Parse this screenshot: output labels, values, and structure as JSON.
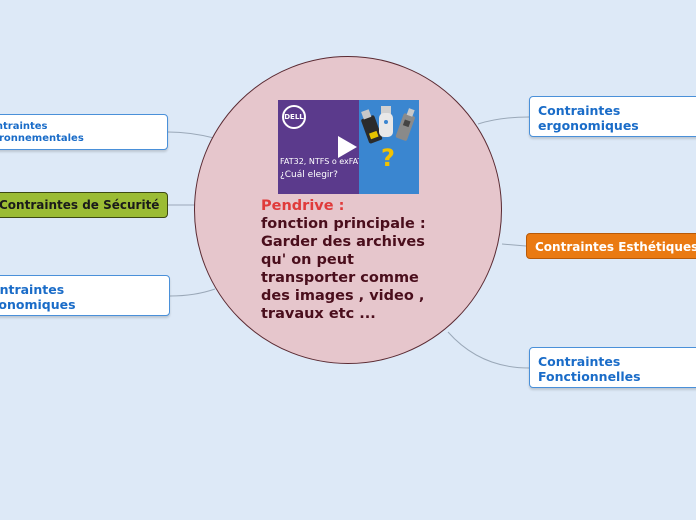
{
  "central": {
    "title": "Pendrive :",
    "body": "fonction principale : Garder des archives qu' on peut transporter comme des images , video , travaux etc ...",
    "thumbnail": {
      "logo_text": "DELL",
      "line1": "FAT32, NTFS o exFAT",
      "line2": "¿Cuál elegir?",
      "icons": [
        "play-icon",
        "usb-drive-icon",
        "question-mark-icon"
      ]
    }
  },
  "nodes": {
    "environnementales": {
      "line1": "ontraintes",
      "line2": "vironnementales"
    },
    "securite": {
      "label": "Contraintes de Sécurité"
    },
    "economiques": {
      "line1": "ontraintes",
      "line2": "conomiques"
    },
    "ergonomiques": {
      "line1": "Contraintes",
      "line2": "ergonomiques"
    },
    "esthetiques": {
      "label": "Contraintes Esthétiques"
    },
    "fonctionnelles": {
      "line1": "Contraintes",
      "line2": "Fonctionnelles"
    }
  },
  "colors": {
    "background": "#dde9f7",
    "central_fill": "#e6c6cc",
    "central_title": "#e03a3a",
    "node_text_blue": "#1a6cc8",
    "securite_fill": "#9bbc34",
    "esthetiques_fill": "#ea7a12"
  }
}
